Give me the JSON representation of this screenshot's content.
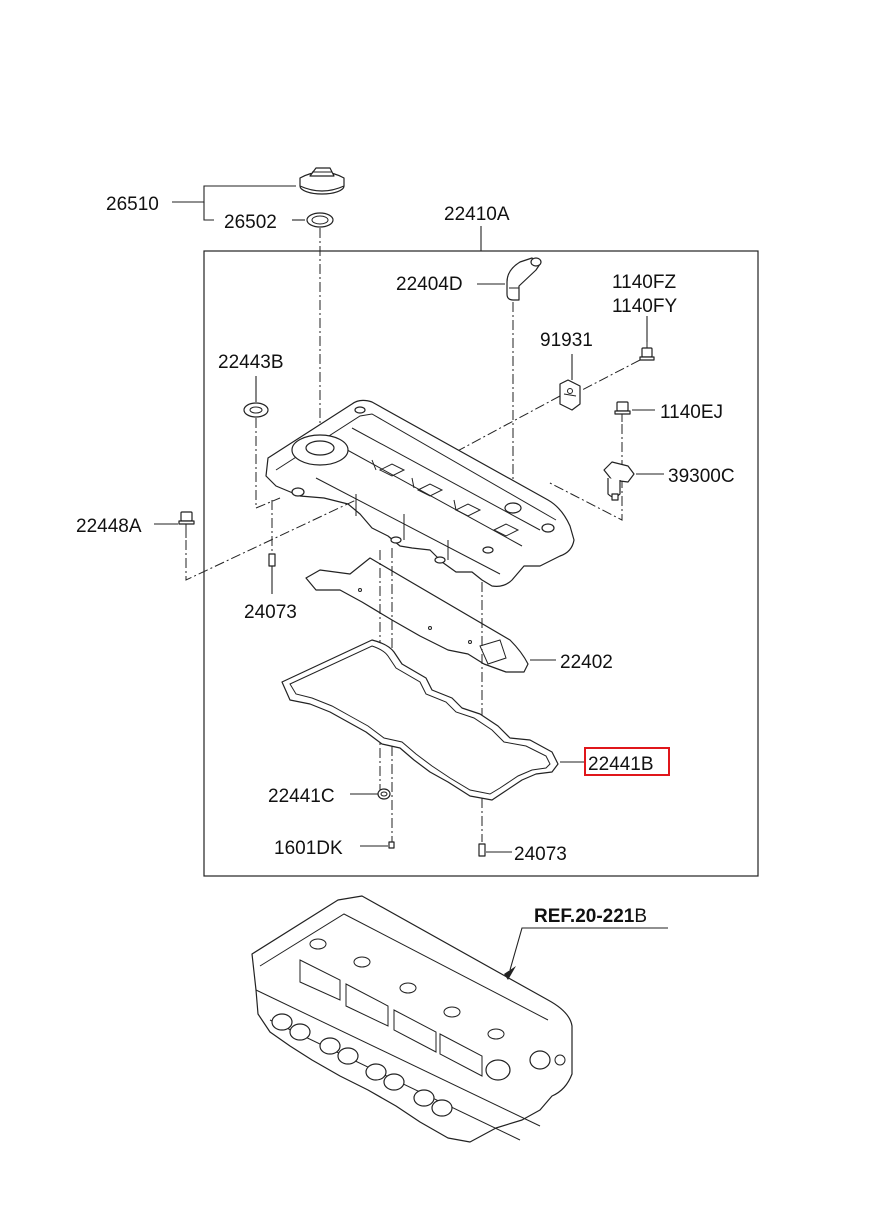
{
  "labels": {
    "cap_assy": "26510",
    "cap_gasket": "26502",
    "cover_assy": "22410A",
    "pcv_hose": "22404D",
    "bolt_fz": "1140FZ",
    "bolt_fy": "1140FY",
    "bracket": "91931",
    "bolt_ej": "1140EJ",
    "sensor": "39300C",
    "seal": "22443B",
    "cover_bolt": "22448A",
    "dowel_left": "24073",
    "baffle": "22402",
    "gasket": "22441B",
    "plug_seal": "22441C",
    "stud": "1601DK",
    "dowel_right": "24073"
  },
  "reference": {
    "prefix": "REF.",
    "number": "20-221",
    "suffix": "B"
  },
  "highlight": {
    "part": "22441B",
    "color": "#e0161b"
  }
}
